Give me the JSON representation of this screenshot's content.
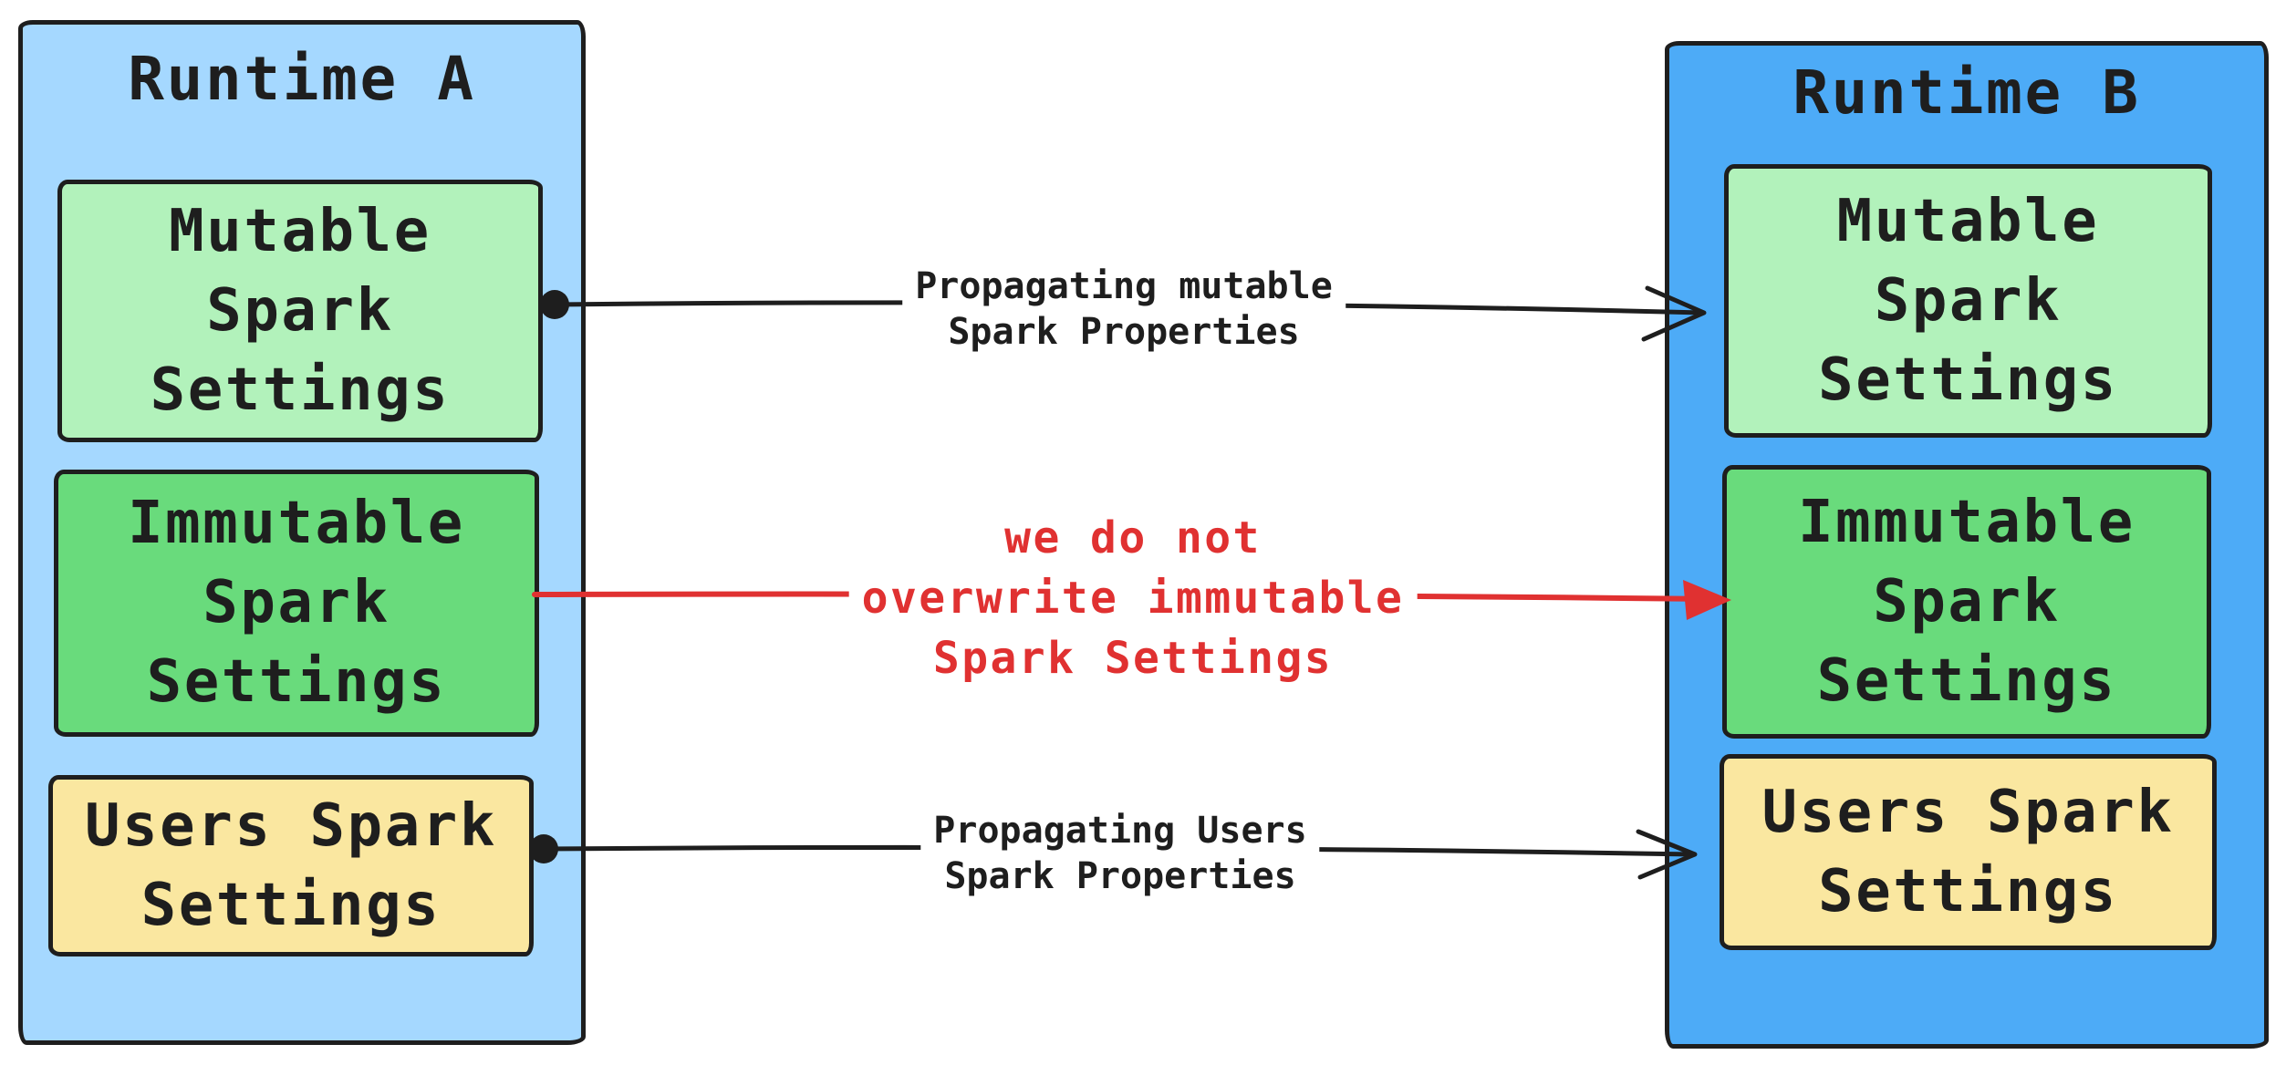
{
  "colors": {
    "page_background": "#ffffff",
    "runtime_a_fill": "#a5d8ff",
    "runtime_b_fill": "#4dabf7",
    "mutable_fill": "#b2f2bb",
    "immutable_fill": "#69db7c",
    "users_fill": "#fae7a0",
    "stroke": "#1e1e1e",
    "warning_red": "#e03131"
  },
  "runtime_a": {
    "title": "Runtime A",
    "boxes": [
      {
        "id": "mutable",
        "label": "Mutable\nSpark\nSettings"
      },
      {
        "id": "immutable",
        "label": "Immutable\nSpark\nSettings"
      },
      {
        "id": "users",
        "label": "Users Spark\nSettings"
      }
    ]
  },
  "runtime_b": {
    "title": "Runtime B",
    "boxes": [
      {
        "id": "mutable",
        "label": "Mutable\nSpark\nSettings"
      },
      {
        "id": "immutable",
        "label": "Immutable\nSpark\nSettings"
      },
      {
        "id": "users",
        "label": "Users Spark\nSettings"
      }
    ]
  },
  "arrows": [
    {
      "id": "mutable-propagation",
      "label": "Propagating mutable\nSpark Properties",
      "color": "#1e1e1e"
    },
    {
      "id": "immutable-no-overwrite",
      "label": "we do not\noverwrite immutable\nSpark Settings",
      "color": "#e03131"
    },
    {
      "id": "users-propagation",
      "label": "Propagating Users\nSpark Properties",
      "color": "#1e1e1e"
    }
  ]
}
